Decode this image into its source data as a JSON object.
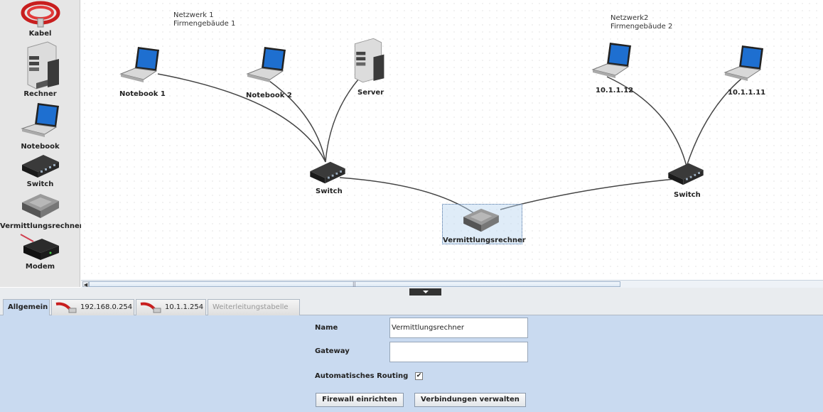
{
  "palette": {
    "items": [
      {
        "label": "Kabel",
        "icon": "cable-icon"
      },
      {
        "label": "Rechner",
        "icon": "computer-icon"
      },
      {
        "label": "Notebook",
        "icon": "notebook-icon"
      },
      {
        "label": "Switch",
        "icon": "switch-icon"
      },
      {
        "label": "Vermittlungsrechner",
        "icon": "router-icon"
      },
      {
        "label": "Modem",
        "icon": "modem-icon"
      }
    ]
  },
  "canvas": {
    "notes": [
      {
        "line1": "Netzwerk 1",
        "line2": "Firmengebäude 1"
      },
      {
        "line1": "Netzwerk2",
        "line2": "Firmengebäude 2"
      }
    ],
    "nodes": {
      "notebook1": "Notebook 1",
      "notebook2": "Notebook 2",
      "server": "Server",
      "switch1": "Switch",
      "router": "Vermittlungsrechner",
      "switch2": "Switch",
      "host12": "10.1.1.12",
      "host11": "10.1.1.11"
    }
  },
  "tabs": [
    {
      "label": "Allgemein",
      "active": true
    },
    {
      "label": "192.168.0.254",
      "icon": "cable-icon"
    },
    {
      "label": "10.1.1.254",
      "icon": "cable-icon"
    },
    {
      "label": "Weiterleitungstabelle",
      "disabled": true
    }
  ],
  "props": {
    "name_label": "Name",
    "name_value": "Vermittlungsrechner",
    "gateway_label": "Gateway",
    "gateway_value": "",
    "routing_label": "Automatisches Routing",
    "routing_checked": "✔",
    "firewall_button": "Firewall einrichten",
    "connections_button": "Verbindungen verwalten"
  },
  "colors": {
    "panel_bg": "#c9daf0",
    "palette_bg": "#e6e6e6",
    "selection": "#b8d4f0"
  }
}
